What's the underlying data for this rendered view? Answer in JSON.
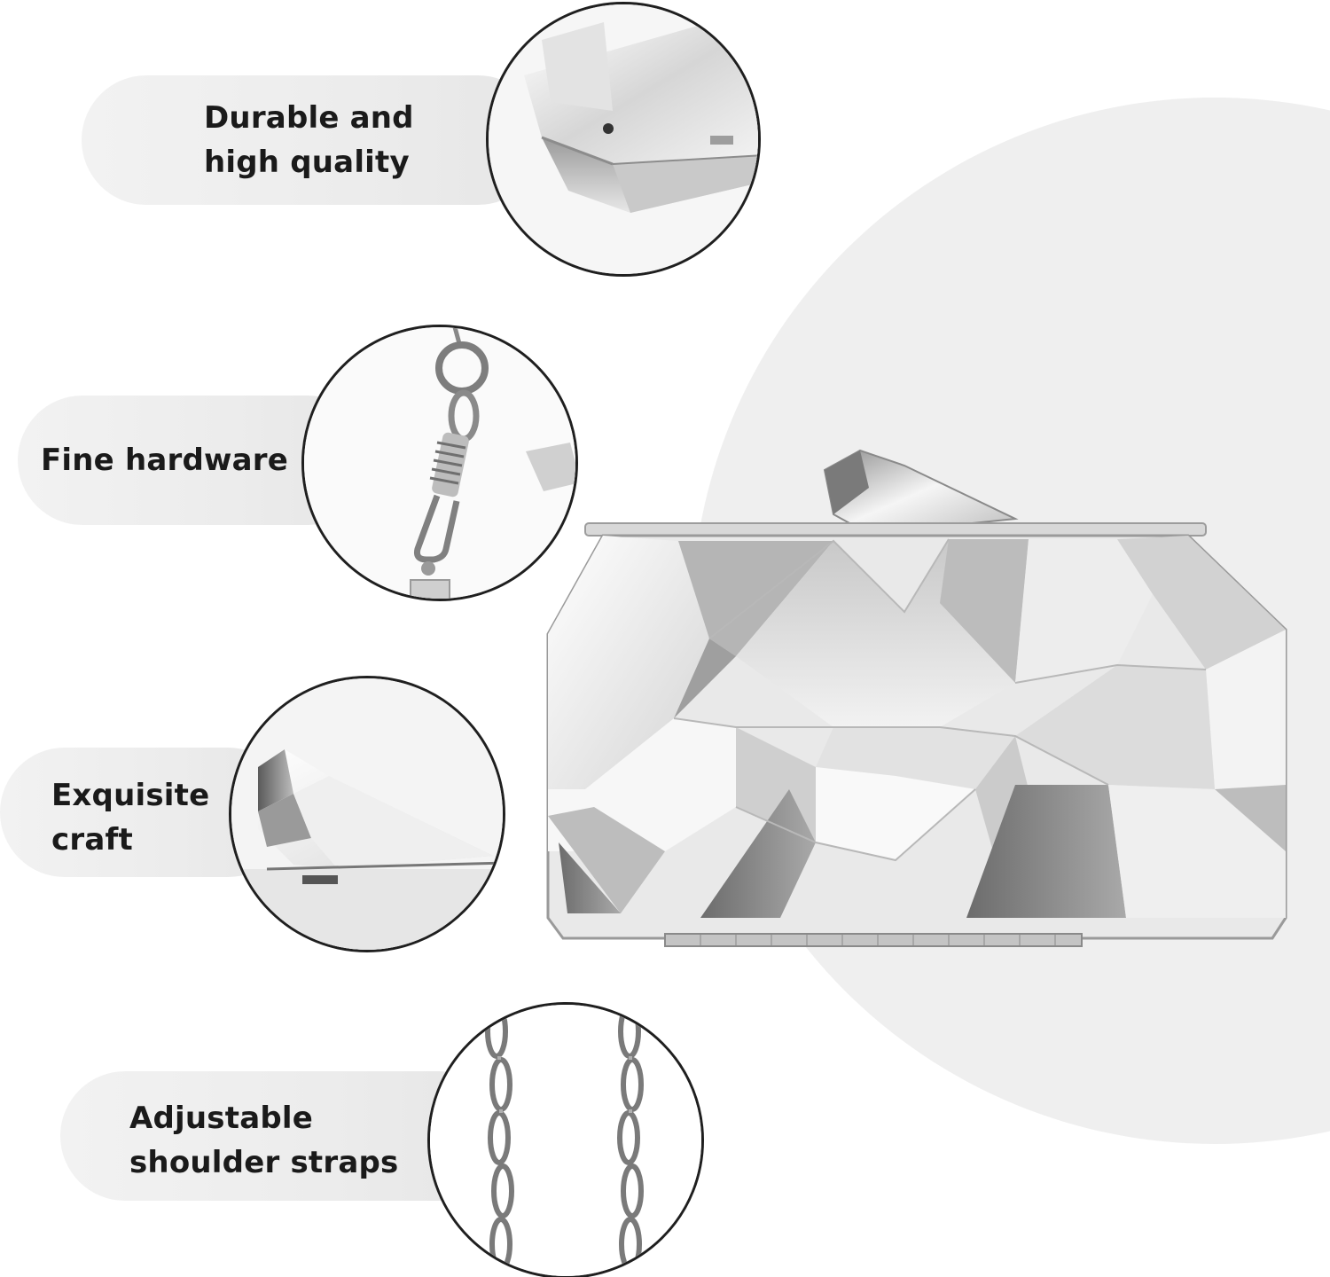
{
  "features": [
    {
      "id": "quality",
      "lines": [
        "Durable and",
        "high quality"
      ],
      "icon": "metal-corner-closeup"
    },
    {
      "id": "hardware",
      "lines": [
        "Fine hardware"
      ],
      "icon": "chain-clasp-closeup"
    },
    {
      "id": "craft",
      "lines": [
        "Exquisite",
        "craft"
      ],
      "icon": "clasp-closeup"
    },
    {
      "id": "straps",
      "lines": [
        "Adjustable",
        "shoulder straps"
      ],
      "icon": "chain-strap-closeup"
    }
  ],
  "product": {
    "name": "geometric-metallic-clutch",
    "color": "silver"
  },
  "colors": {
    "pill": "#ececec",
    "background_circle": "#efefef",
    "text": "#1a1a1a",
    "ring": "#1f1f1f"
  }
}
